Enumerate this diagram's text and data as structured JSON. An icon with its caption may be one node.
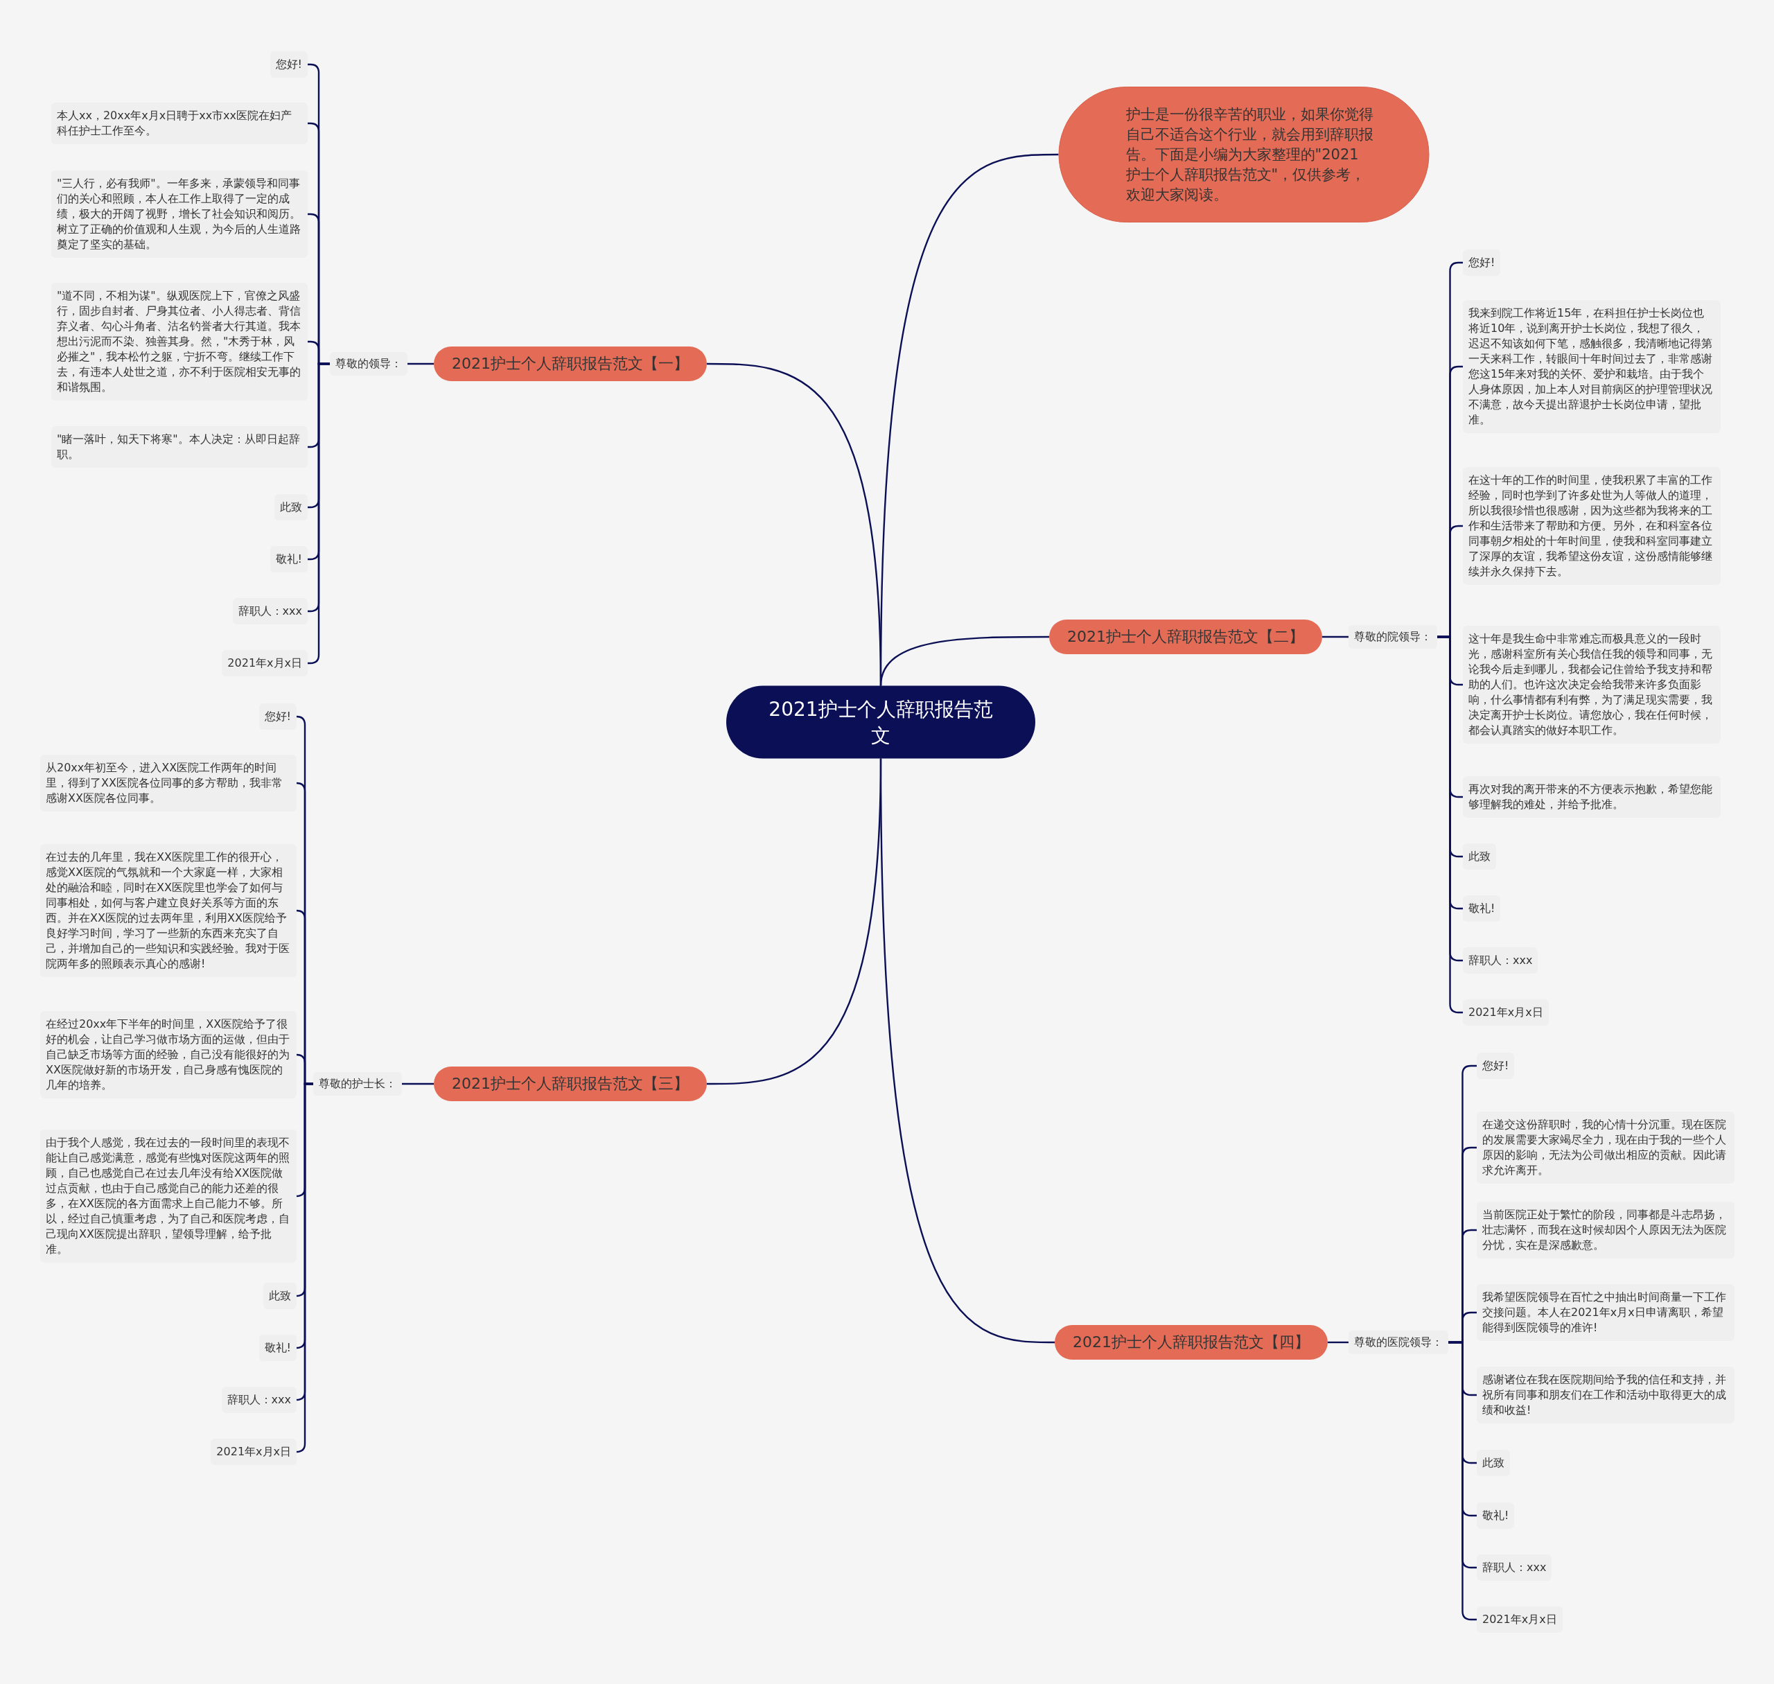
{
  "diagram": {
    "nodes": [
      {
        "text": [
          "2021护士个人辞职报告范文"
        ]
      },
      {
        "text": [
          "护士是一份很辛苦的职业，如果你觉得自己不适合这个行业，就会用到辞职报告。下面是小编为大家整理的\"2021护士个人辞职报告范文\"，仅供参考，欢迎大家阅读。"
        ]
      },
      {
        "text": [
          "2021护士个人辞职报告范文【一】"
        ]
      },
      {
        "text": [
          "尊敬的领导："
        ]
      },
      {
        "text": [
          "您好!"
        ]
      },
      {
        "text": [
          "本人xx，20xx年x月x日聘于xx市xx医院在妇产科任护士工作至今。"
        ]
      },
      {
        "text": [
          "\"三人行，必有我师\"。一年多来，承蒙领导和同事们的关心和照顾，本人在工作上取得了一定的成绩，极大的开阔了视野，增长了社会知识和阅历。树立了正确的价值观和人生观，为今后的人生道路奠定了坚实的基础。"
        ]
      },
      {
        "text": [
          "\"道不同，不相为谋\"。纵观医院上下，官僚之风盛行，固步自封者、尸身其位者、小人得志者、背信弃义者、勾心斗角者、沽名钓誉者大行其道。我本想出污泥而不染、独善其身。然，\"木秀于林，风必摧之\"，我本松竹之躯，宁折不弯。继续工作下去，有违本人处世之道，亦不利于医院相安无事的和谐氛围。"
        ]
      },
      {
        "text": [
          "\"睹一落叶，知天下将寒\"。本人决定：从即日起辞职。"
        ]
      },
      {
        "text": [
          "此致"
        ]
      },
      {
        "text": [
          "敬礼!"
        ]
      },
      {
        "text": [
          "辞职人：xxx"
        ]
      },
      {
        "text": [
          "2021年x月x日"
        ]
      },
      {
        "text": [
          "2021护士个人辞职报告范文【二】"
        ]
      },
      {
        "text": [
          "尊敬的院领导："
        ]
      },
      {
        "text": [
          "您好!"
        ]
      },
      {
        "text": [
          "我来到院工作将近15年，在科担任护士长岗位也将近10年，说到离开护士长岗位，我想了很久，迟迟不知该如何下笔，感触很多，我清晰地记得第一天来科工作，转眼间十年时间过去了，非常感谢您这15年来对我的关怀、爱护和栽培。由于我个人身体原因，加上本人对目前病区的护理管理状况不满意，故今天提出辞退护士长岗位申请，望批准。"
        ]
      },
      {
        "text": [
          "在这十年的工作的时间里，使我积累了丰富的工作经验，同时也学到了许多处世为人等做人的道理，所以我很珍惜也很感谢，因为这些都为我将来的工作和生活带来了帮助和方便。另外，在和科室各位同事朝夕相处的十年时间里，使我和科室同事建立了深厚的友谊，我希望这份友谊，这份感情能够继续并永久保持下去。"
        ]
      },
      {
        "text": [
          "这十年是我生命中非常难忘而极具意义的一段时光，感谢科室所有关心我信任我的领导和同事，无论我今后走到哪儿，我都会记住曾给予我支持和帮助的人们。也许这次决定会给我带来许多负面影响，什么事情都有利有弊，为了满足现实需要，我决定离开护士长岗位。请您放心，我在任何时候，都会认真踏实的做好本职工作。"
        ]
      },
      {
        "text": [
          "再次对我的离开带来的不方便表示抱歉，希望您能够理解我的难处，并给予批准。"
        ]
      },
      {
        "text": [
          "此致"
        ]
      },
      {
        "text": [
          "敬礼!"
        ]
      },
      {
        "text": [
          "辞职人：xxx"
        ]
      },
      {
        "text": [
          "2021年x月x日"
        ]
      },
      {
        "text": [
          "2021护士个人辞职报告范文【三】"
        ]
      },
      {
        "text": [
          "尊敬的护士长："
        ]
      },
      {
        "text": [
          "您好!"
        ]
      },
      {
        "text": [
          "从20xx年初至今，进入XX医院工作两年的时间里，得到了XX医院各位同事的多方帮助，我非常感谢XX医院各位同事。"
        ]
      },
      {
        "text": [
          "在过去的几年里，我在XX医院里工作的很开心，感觉XX医院的气氛就和一个大家庭一样，大家相处的融洽和睦，同时在XX医院里也学会了如何与同事相处，如何与客户建立良好关系等方面的东西。并在XX医院的过去两年里，利用XX医院给予良好学习时间，学习了一些新的东西来充实了自己，并增加自己的一些知识和实践经验。我对于医院两年多的照顾表示真心的感谢!"
        ]
      },
      {
        "text": [
          "在经过20xx年下半年的时间里，XX医院给予了很好的机会，让自己学习做市场方面的运做，但由于自己缺乏市场等方面的经验，自己没有能很好的为XX医院做好新的市场开发，自己身感有愧医院的几年的培养。"
        ]
      },
      {
        "text": [
          "由于我个人感觉，我在过去的一段时间里的表现不能让自己感觉满意，感觉有些愧对医院这两年的照顾，自己也感觉自己在过去几年没有给XX医院做过点贡献，也由于自己感觉自己的能力还差的很多，在XX医院的各方面需求上自己能力不够。所以，经过自己慎重考虑，为了自己和医院考虑，自己现向XX医院提出辞职，望领导理解，给予批准。"
        ]
      },
      {
        "text": [
          "此致"
        ]
      },
      {
        "text": [
          "敬礼!"
        ]
      },
      {
        "text": [
          "辞职人：xxx"
        ]
      },
      {
        "text": [
          "2021年x月x日"
        ]
      },
      {
        "text": [
          "2021护士个人辞职报告范文【四】"
        ]
      },
      {
        "text": [
          "尊敬的医院领导："
        ]
      },
      {
        "text": [
          "您好!"
        ]
      },
      {
        "text": [
          "在递交这份辞职时，我的心情十分沉重。现在医院的发展需要大家竭尽全力，现在由于我的一些个人原因的影响，无法为公司做出相应的贡献。因此请求允许离开。"
        ]
      },
      {
        "text": [
          "当前医院正处于繁忙的阶段，同事都是斗志昂扬，壮志满怀，而我在这时候却因个人原因无法为医院分忧，实在是深感歉意。"
        ]
      },
      {
        "text": [
          "我希望医院领导在百忙之中抽出时间商量一下工作交接问题。本人在2021年x月x日申请离职，希望能得到医院领导的准许!"
        ]
      },
      {
        "text": [
          "感谢诸位在我在医院期间给予我的信任和支持，并祝所有同事和朋友们在工作和活动中取得更大的成绩和收益!"
        ]
      },
      {
        "text": [
          "此致"
        ]
      },
      {
        "text": [
          "敬礼!"
        ]
      },
      {
        "text": [
          "辞职人：xxx"
        ]
      },
      {
        "text": [
          "2021年x月x日"
        ]
      }
    ],
    "edges": [
      {
        "from": 0,
        "to": 1,
        "arrow": "none"
      },
      {
        "from": 0,
        "to": 2,
        "arrow": "none"
      },
      {
        "from": 2,
        "to": 3,
        "arrow": "none"
      },
      {
        "from": 3,
        "to": 4,
        "arrow": "none"
      },
      {
        "from": 3,
        "to": 5,
        "arrow": "none"
      },
      {
        "from": 3,
        "to": 6,
        "arrow": "none"
      },
      {
        "from": 3,
        "to": 7,
        "arrow": "none"
      },
      {
        "from": 3,
        "to": 8,
        "arrow": "none"
      },
      {
        "from": 3,
        "to": 9,
        "arrow": "none"
      },
      {
        "from": 3,
        "to": 10,
        "arrow": "none"
      },
      {
        "from": 3,
        "to": 11,
        "arrow": "none"
      },
      {
        "from": 3,
        "to": 12,
        "arrow": "none"
      },
      {
        "from": 0,
        "to": 13,
        "arrow": "none"
      },
      {
        "from": 13,
        "to": 14,
        "arrow": "none"
      },
      {
        "from": 14,
        "to": 15,
        "arrow": "none"
      },
      {
        "from": 14,
        "to": 16,
        "arrow": "none"
      },
      {
        "from": 14,
        "to": 17,
        "arrow": "none"
      },
      {
        "from": 14,
        "to": 18,
        "arrow": "none"
      },
      {
        "from": 14,
        "to": 19,
        "arrow": "none"
      },
      {
        "from": 14,
        "to": 20,
        "arrow": "none"
      },
      {
        "from": 14,
        "to": 21,
        "arrow": "none"
      },
      {
        "from": 14,
        "to": 22,
        "arrow": "none"
      },
      {
        "from": 14,
        "to": 23,
        "arrow": "none"
      },
      {
        "from": 0,
        "to": 24,
        "arrow": "none"
      },
      {
        "from": 24,
        "to": 25,
        "arrow": "none"
      },
      {
        "from": 25,
        "to": 26,
        "arrow": "none"
      },
      {
        "from": 25,
        "to": 27,
        "arrow": "none"
      },
      {
        "from": 25,
        "to": 28,
        "arrow": "none"
      },
      {
        "from": 25,
        "to": 29,
        "arrow": "none"
      },
      {
        "from": 25,
        "to": 30,
        "arrow": "none"
      },
      {
        "from": 25,
        "to": 31,
        "arrow": "none"
      },
      {
        "from": 25,
        "to": 32,
        "arrow": "none"
      },
      {
        "from": 25,
        "to": 33,
        "arrow": "none"
      },
      {
        "from": 25,
        "to": 34,
        "arrow": "none"
      },
      {
        "from": 0,
        "to": 35,
        "arrow": "none"
      },
      {
        "from": 35,
        "to": 36,
        "arrow": "none"
      },
      {
        "from": 36,
        "to": 37,
        "arrow": "none"
      },
      {
        "from": 36,
        "to": 38,
        "arrow": "none"
      },
      {
        "from": 36,
        "to": 39,
        "arrow": "none"
      },
      {
        "from": 36,
        "to": 40,
        "arrow": "none"
      },
      {
        "from": 36,
        "to": 41,
        "arrow": "none"
      },
      {
        "from": 36,
        "to": 42,
        "arrow": "none"
      },
      {
        "from": 36,
        "to": 43,
        "arrow": "none"
      },
      {
        "from": 36,
        "to": 44,
        "arrow": "none"
      },
      {
        "from": 36,
        "to": 45,
        "arrow": "none"
      }
    ]
  }
}
